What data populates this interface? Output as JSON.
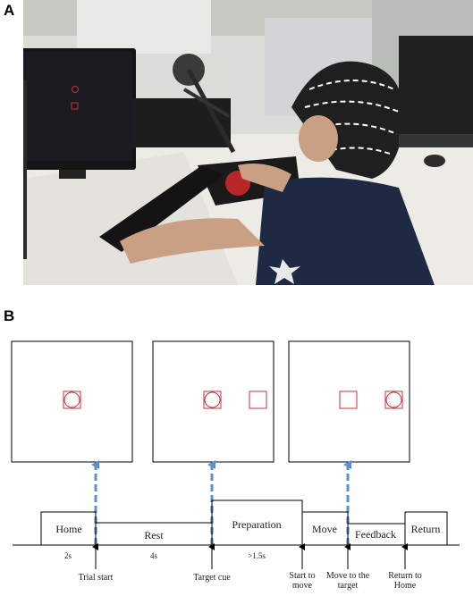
{
  "panels": {
    "a_label": "A",
    "b_label": "B"
  },
  "photo": {
    "description_icon": "eeg-experiment-photo-icon"
  },
  "timeline": {
    "phases": [
      {
        "label": "Home"
      },
      {
        "label": "Rest"
      },
      {
        "label": "Preparation"
      },
      {
        "label": "Move"
      },
      {
        "label": "Feedback"
      },
      {
        "label": "Return"
      }
    ],
    "durations": [
      "2s",
      "4s",
      ">1.5s"
    ],
    "events": [
      {
        "label": "Trial start"
      },
      {
        "label": "Target cue"
      },
      {
        "label": "Start to move"
      },
      {
        "label": "Move to the target"
      },
      {
        "label": "Return to Home"
      }
    ]
  },
  "colors": {
    "stimulus": "#c8323c",
    "arrow": "#5b8fd0",
    "screen_dark": "#1b1b22"
  }
}
